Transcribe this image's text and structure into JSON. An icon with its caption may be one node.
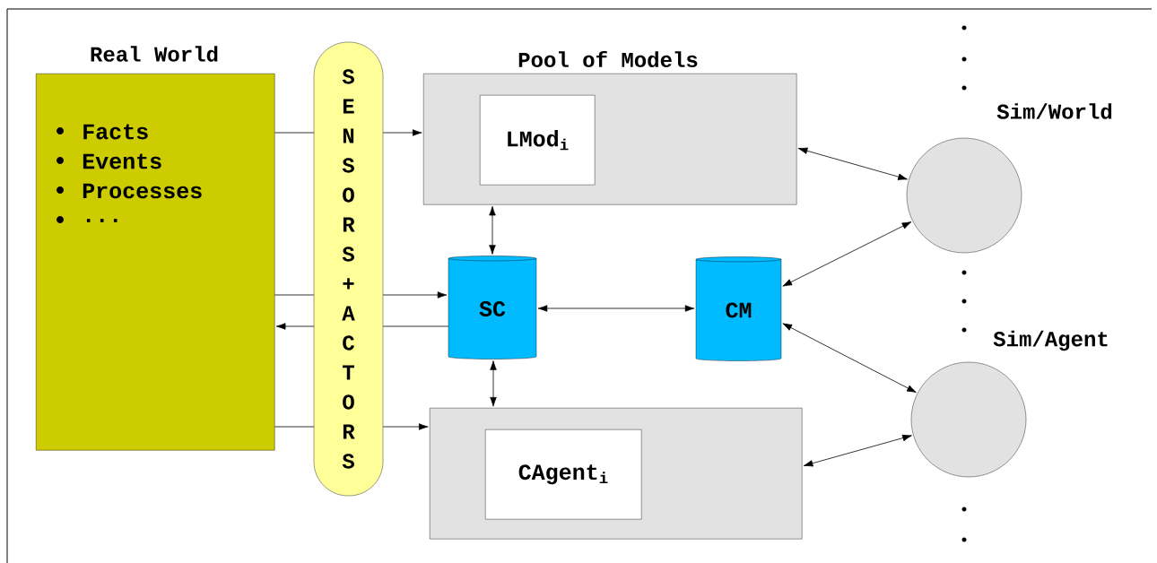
{
  "diagram": {
    "nodes": [
      {
        "text": [
          "Real World",
          "Facts",
          "Events",
          "Processes",
          "..."
        ]
      },
      {
        "text": [
          "SENSORS+ACTORS"
        ]
      },
      {
        "text": [
          "Pool of Models"
        ]
      },
      {
        "text": [
          "LMod$_{i}$"
        ],
        "in": 2
      },
      {
        "text": [
          "SC"
        ]
      },
      {
        "text": [
          "CM"
        ]
      },
      {
        "text": [],
        "shape": "box"
      },
      {
        "text": [
          "CAgent$_{i}$"
        ],
        "in": 6
      },
      {
        "text": [
          "Sim/World"
        ]
      },
      {
        "text": [
          "Sim/Agent"
        ]
      }
    ],
    "edges": [
      {
        "from": 0,
        "to": 1,
        "arrow": "none"
      },
      {
        "from": 1,
        "to": 2,
        "arrow": "to"
      },
      {
        "from": 0,
        "to": 1,
        "arrow": "none"
      },
      {
        "from": 1,
        "to": 4,
        "arrow": "to"
      },
      {
        "from": 4,
        "to": 1,
        "arrow": "none"
      },
      {
        "from": 1,
        "to": 0,
        "arrow": "to"
      },
      {
        "from": 0,
        "to": 1,
        "arrow": "none"
      },
      {
        "from": 1,
        "to": 6,
        "arrow": "to"
      },
      {
        "from": 2,
        "to": 4,
        "arrow": "both"
      },
      {
        "from": 4,
        "to": 6,
        "arrow": "both"
      },
      {
        "from": 4,
        "to": 5,
        "arrow": "both"
      },
      {
        "from": 2,
        "to": 8,
        "arrow": "both"
      },
      {
        "from": 5,
        "to": 8,
        "arrow": "both"
      },
      {
        "from": 5,
        "to": 9,
        "arrow": "both"
      },
      {
        "from": 6,
        "to": 9,
        "arrow": "both"
      }
    ]
  }
}
